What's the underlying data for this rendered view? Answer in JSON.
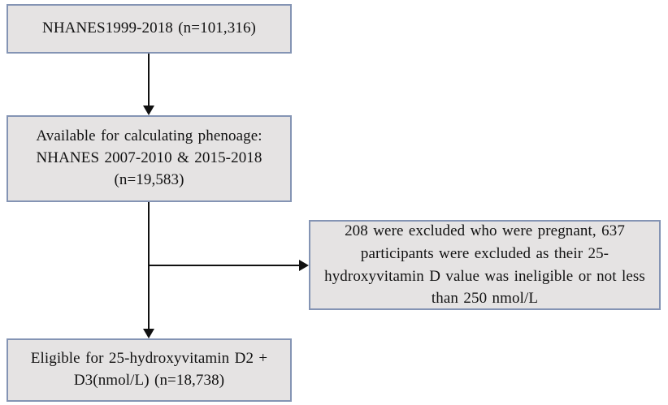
{
  "diagram": {
    "title": "NHANES participant selection flowchart",
    "type": "flowchart",
    "colors": {
      "box_fill": "#e5e3e3",
      "box_border": "#8494b4",
      "connector": "#111111",
      "background": "#ffffff",
      "text": "#121212"
    },
    "nodes": [
      {
        "id": "source",
        "role": "start",
        "text": "NHANES1999-2018 (n=101,316)",
        "cohort_label": "NHANES1999-2018",
        "n": "101,316"
      },
      {
        "id": "available",
        "role": "step",
        "text": "Available for calculating phenoage:\nNHANES 2007-2010 & 2015-2018\n(n=19,583)",
        "cohort_label": "Available for calculating phenoage: NHANES 2007-2010 & 2015-2018",
        "n": "19,583"
      },
      {
        "id": "excluded",
        "role": "exclusion",
        "text": "208 were excluded who were pregnant, 637 participants were excluded as their 25-hydroxyvitamin D value was ineligible or not less than 250 nmol/L",
        "excluded_pregnant": "208",
        "excluded_vitamin_d": "637",
        "threshold": "250 nmol/L"
      },
      {
        "id": "eligible",
        "role": "end",
        "text": "Eligible for 25-hydroxyvitamin D2 +\nD3(nmol/L) (n=18,738)",
        "cohort_label": "Eligible for 25-hydroxyvitamin D2 + D3(nmol/L)",
        "n": "18,738"
      }
    ],
    "connectors": [
      {
        "id": "source-to-available",
        "from": "source",
        "to": "available",
        "direction": "down",
        "label": ""
      },
      {
        "id": "available-to-eligible",
        "from": "available",
        "to": "eligible",
        "direction": "down",
        "label": ""
      },
      {
        "id": "available-to-excluded",
        "from": "available",
        "to": "excluded",
        "direction": "right",
        "label": ""
      }
    ]
  }
}
